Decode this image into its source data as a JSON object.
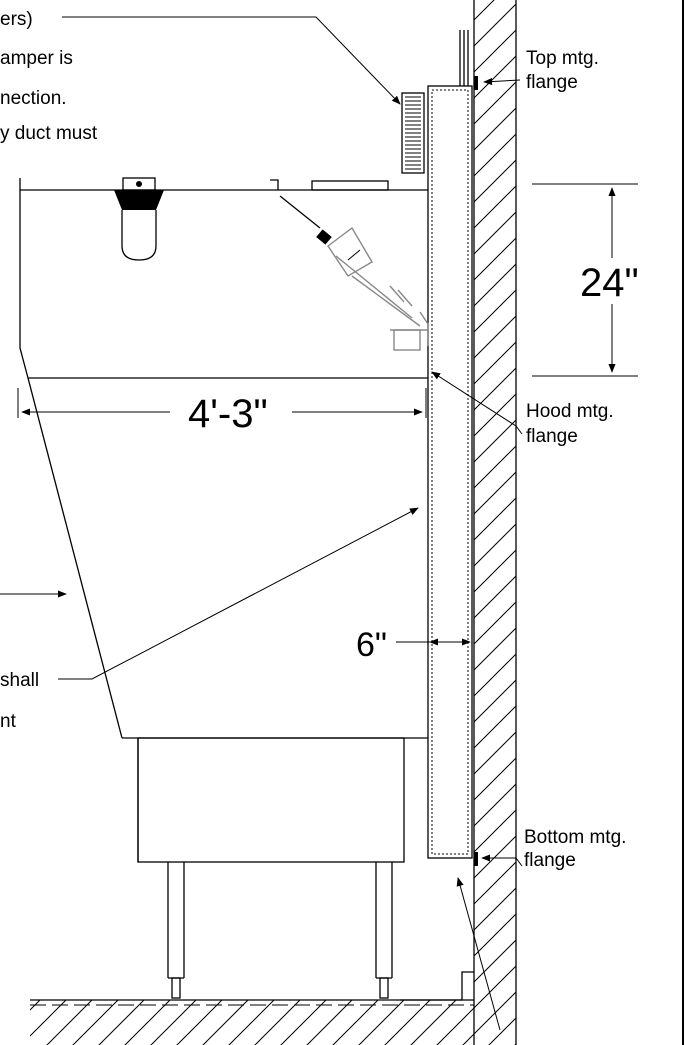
{
  "labels": {
    "note_line1": "ers)",
    "note_line2": "amper is",
    "note_line3": "nection.",
    "note_line4": "y duct must",
    "top_flange_line1": "Top mtg.",
    "top_flange_line2": "flange",
    "hood_flange_line1": "Hood mtg.",
    "hood_flange_line2": "flange",
    "bottom_flange_line1": "Bottom mtg.",
    "bottom_flange_line2": "flange",
    "shall": "shall",
    "nt": "nt"
  },
  "dimensions": {
    "height": "24\"",
    "depth": "4'-3\"",
    "gap": "6\""
  }
}
